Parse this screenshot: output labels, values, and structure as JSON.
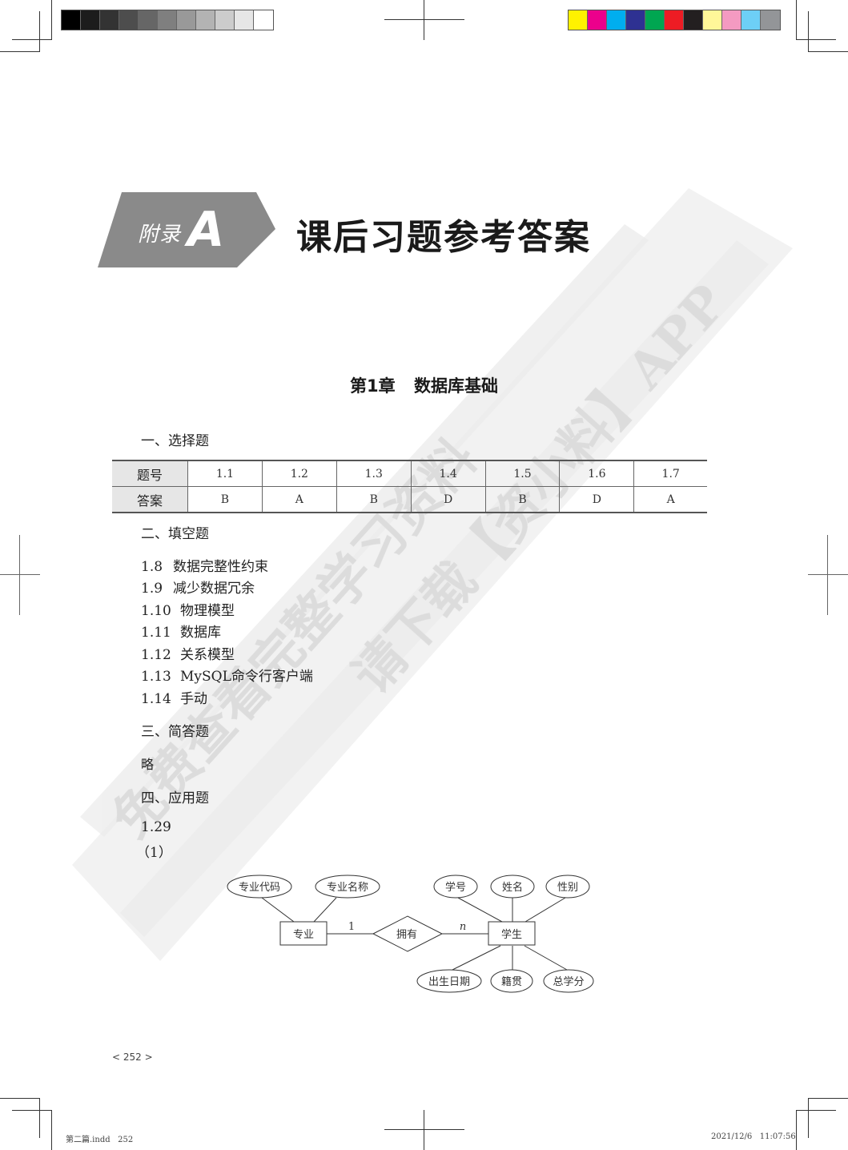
{
  "print_marks": {
    "grayscale_bar": [
      "#000000",
      "#1c1c1c",
      "#333333",
      "#4d4d4d",
      "#666666",
      "#7f7f7f",
      "#999999",
      "#b3b3b3",
      "#cccccc",
      "#e6e6e6",
      "#ffffff"
    ],
    "color_bar": [
      "#fff200",
      "#ec008c",
      "#00aeef",
      "#2e3192",
      "#00a651",
      "#ed1c24",
      "#231f20",
      "#fff799",
      "#f49ac1",
      "#6dcff6",
      "#939598"
    ]
  },
  "banner": {
    "label": "附录",
    "letter": "A",
    "color": "#8a8a8a"
  },
  "title": "课后习题参考答案",
  "chapter": {
    "number": "第1章",
    "name": "数据库基础"
  },
  "sections": {
    "choice": {
      "heading": "一、选择题",
      "table": {
        "row_headers": [
          "题号",
          "答案"
        ],
        "questions": [
          "1.1",
          "1.2",
          "1.3",
          "1.4",
          "1.5",
          "1.6",
          "1.7"
        ],
        "answers": [
          "B",
          "A",
          "B",
          "D",
          "B",
          "D",
          "A"
        ]
      }
    },
    "fill": {
      "heading": "二、填空题",
      "items": [
        {
          "num": "1.8",
          "text": "数据完整性约束"
        },
        {
          "num": "1.9",
          "text": "减少数据冗余"
        },
        {
          "num": "1.10",
          "text": "物理模型"
        },
        {
          "num": "1.11",
          "text": "数据库"
        },
        {
          "num": "1.12",
          "text": "关系模型"
        },
        {
          "num": "1.13",
          "text": "MySQL命令行客户端"
        },
        {
          "num": "1.14",
          "text": "手动"
        }
      ]
    },
    "short": {
      "heading": "三、简答题",
      "body": "略"
    },
    "application": {
      "heading": "四、应用题",
      "question": "1.29",
      "part": "（1）"
    }
  },
  "er_diagram": {
    "entity_left": "专业",
    "entity_right": "学生",
    "relationship": "拥有",
    "card_left": "1",
    "card_right": "n",
    "left_attrs": [
      "专业代码",
      "专业名称"
    ],
    "right_attrs_top": [
      "学号",
      "姓名",
      "性别"
    ],
    "right_attrs_bottom": [
      "出生日期",
      "籍贯",
      "总学分"
    ]
  },
  "watermark": {
    "line1": "免费查看完整学习资料",
    "line2": "请下载【资小料】APP"
  },
  "footer": {
    "page": "< 252 >",
    "slug_file": "第二篇.indd   252",
    "slug_time": "2021/12/6   11:07:56"
  }
}
